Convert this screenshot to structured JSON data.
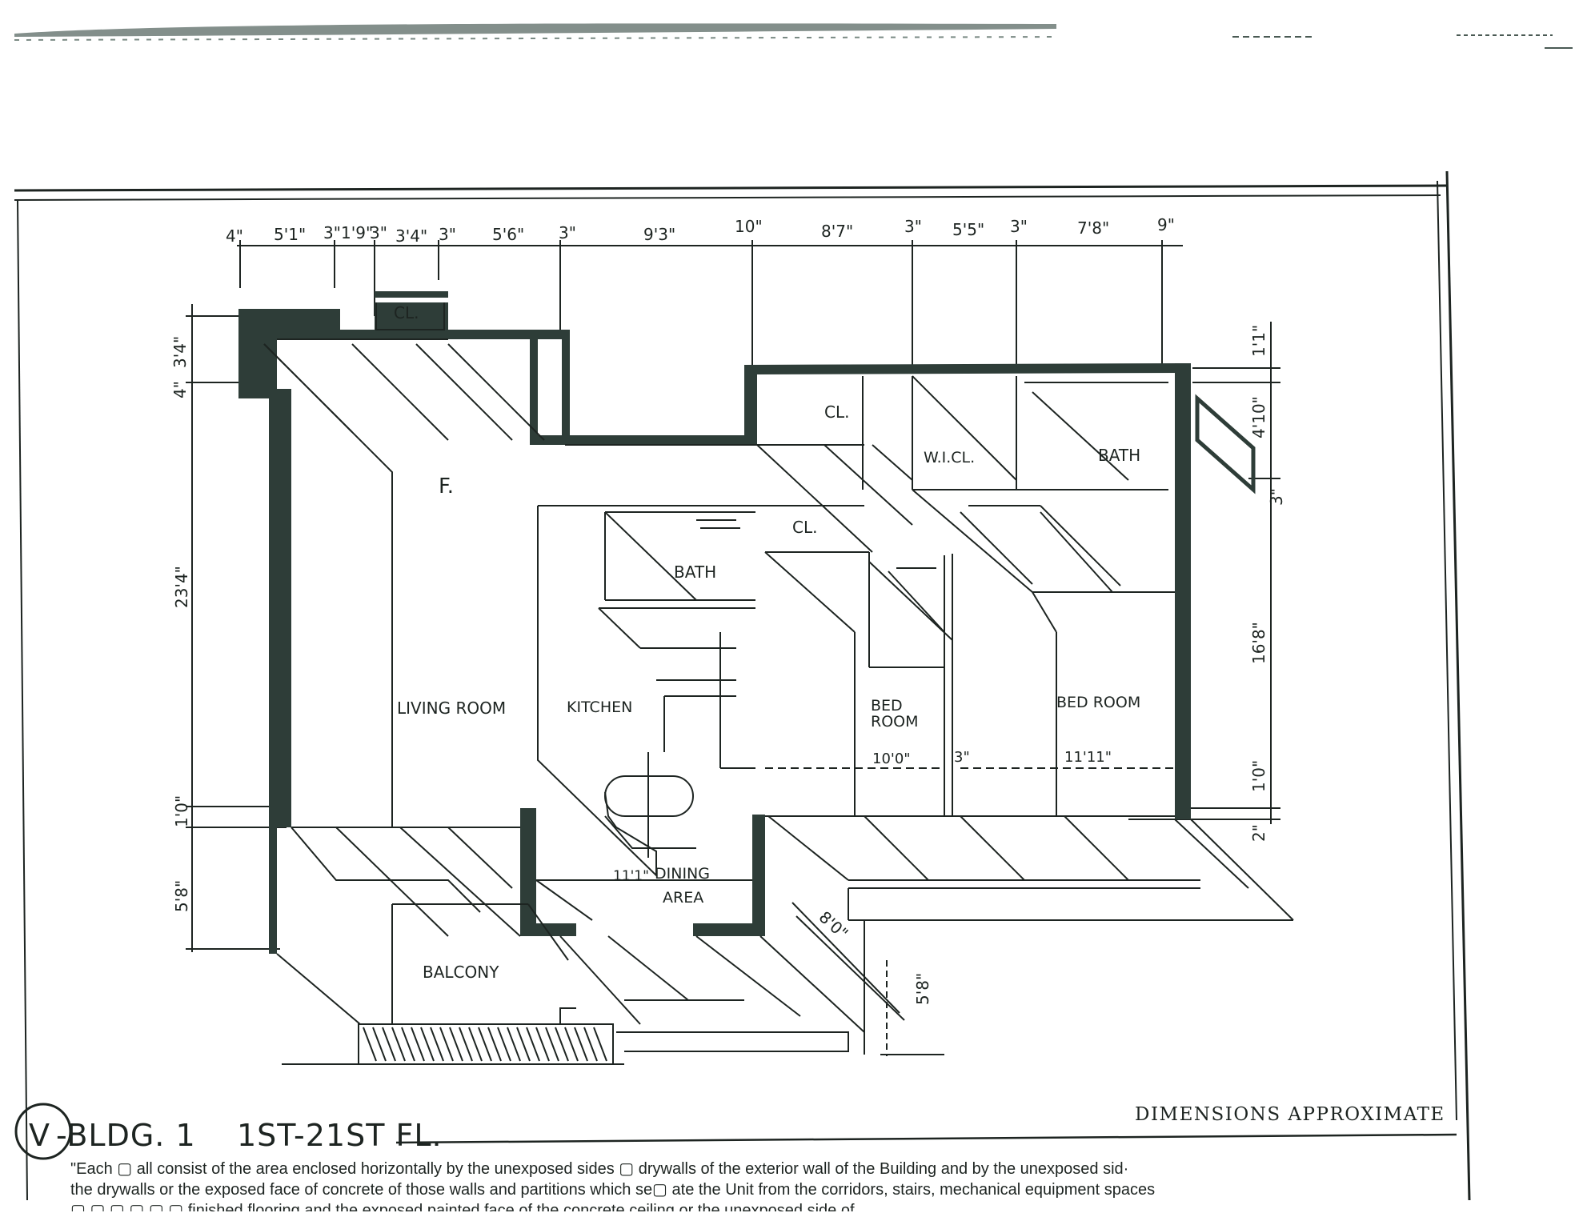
{
  "wall_color": "#2e3d38",
  "line_color": "#1d2421",
  "top_dimensions": [
    "4\"",
    "5'1\"",
    "3\"",
    "1'9\"",
    "3\"",
    "3'4\"",
    "3\"",
    "5'6\"",
    "3\"",
    "9'3\"",
    "10\"",
    "8'7\"",
    "3\"",
    "5'5\"",
    "3\"",
    "7'8\"",
    "9\""
  ],
  "left_dimensions": [
    "3'4\"",
    "4\"",
    "23'4\"",
    "1'0\"",
    "5'8\""
  ],
  "right_dimensions": [
    "1'1\"",
    "4'10\"",
    "3\"",
    "16'8\"",
    "1'0\"",
    "2\""
  ],
  "rooms": {
    "closet_top": "CL.",
    "foyer": "F.",
    "closet_mid": "CL.",
    "walk_in_closet": "W.I.CL.",
    "bath_master": "BATH",
    "bath_hall": "BATH",
    "closet_bed": "CL.",
    "living_room": "LIVING ROOM",
    "kitchen": "KITCHEN",
    "bed_room_small_line1": "BED",
    "bed_room_small_line2": "ROOM",
    "bed_room_small_dim": "10'0\"",
    "bed_room_large": "BED ROOM",
    "bed_room_large_dim": "11'11\"",
    "wall_3": "3\"",
    "dining_line1": "DINING",
    "dining_line2": "AREA",
    "dining_dim": "11'1\"",
    "balcony": "BALCONY",
    "diag_dim": "8'0\"",
    "bottom_dim": "5'8\""
  },
  "title": {
    "unit_letter": "V",
    "building": "-BLDG. 1",
    "floors": "1ST-21ST FL."
  },
  "dimensions_note": "DIMENSIONS APPROXIMATE",
  "legal_text": [
    "\"Each ▢ all consist of the area enclosed horizontally by the unexposed sides ▢ drywalls of the exterior wall of the Building and by the unexposed sid·",
    "the drywalls or the exposed face of concrete of those walls and partitions which se▢ ate the Unit from the corridors, stairs, mechanical equipment spaces",
    "▢ ▢ ▢ ▢ ▢ ▢ finished flooring and the exposed painted face of the concrete ceiling or the unexposed side of"
  ]
}
